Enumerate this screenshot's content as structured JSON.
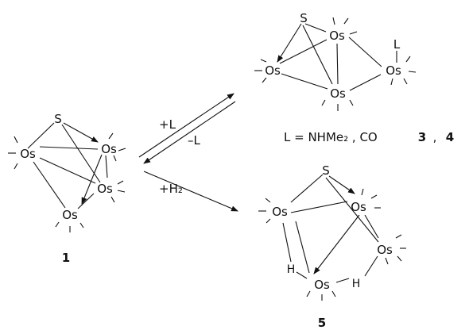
{
  "compound1": {
    "atoms": {
      "s": "S",
      "os_a": "Os",
      "os_b": "Os",
      "os_c": "Os",
      "os_d": "Os"
    },
    "number": "1"
  },
  "compound34": {
    "atoms": {
      "s": "S",
      "os_a": "Os",
      "os_b": "Os",
      "os_c": "Os",
      "os_d": "Os",
      "ligand": "L"
    },
    "ligand_def": "L = NHMe₂ , CO",
    "number_a": "3",
    "sep": ",",
    "number_b": "4"
  },
  "compound5": {
    "atoms": {
      "s": "S",
      "os_a": "Os",
      "os_b": "Os",
      "os_c": "Os",
      "os_d": "Os",
      "h1": "H",
      "h2": "H"
    },
    "number": "5"
  },
  "reactions": {
    "forward_label": "+L",
    "reverse_label": "–L",
    "hydrogenation_label": "+H₂"
  }
}
